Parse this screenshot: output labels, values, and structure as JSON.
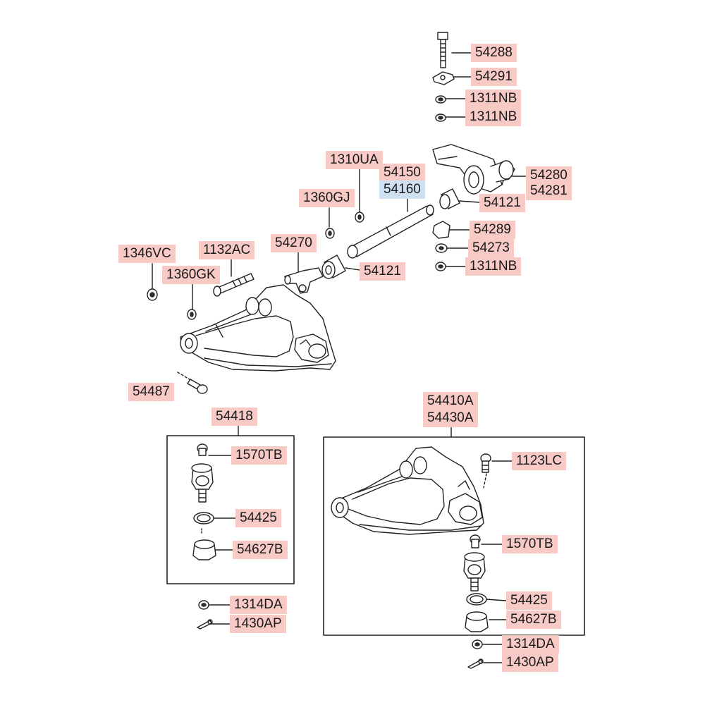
{
  "colors": {
    "label_bg": "#f7cac6",
    "label_highlight_bg": "#cfe0f2",
    "line": "#222222"
  },
  "labels": {
    "l54288": "54288",
    "l54291": "54291",
    "l1311NB_a": "1311NB",
    "l1311NB_b": "1311NB",
    "l1310UA": "1310UA",
    "l54150": "54150",
    "l54160": "54160",
    "l54280": "54280",
    "l54281": "54281",
    "l1360GJ": "1360GJ",
    "l54121_a": "54121",
    "l54289": "54289",
    "l54273": "54273",
    "l1311NB_c": "1311NB",
    "l1346VC": "1346VC",
    "l1132AC": "1132AC",
    "l54270": "54270",
    "l54121_b": "54121",
    "l1360GK": "1360GK",
    "l54487": "54487",
    "l54418": "54418",
    "l54410A": "54410A",
    "l54430A": "54430A",
    "l1570TB_a": "1570TB",
    "l54425_a": "54425",
    "l54627B_a": "54627B",
    "l1123LC": "1123LC",
    "l1570TB_b": "1570TB",
    "l54425_b": "54425",
    "l54627B_b": "54627B",
    "l1314DA_a": "1314DA",
    "l1430AP_a": "1430AP",
    "l1314DA_b": "1314DA",
    "l1430AP_b": "1430AP"
  }
}
